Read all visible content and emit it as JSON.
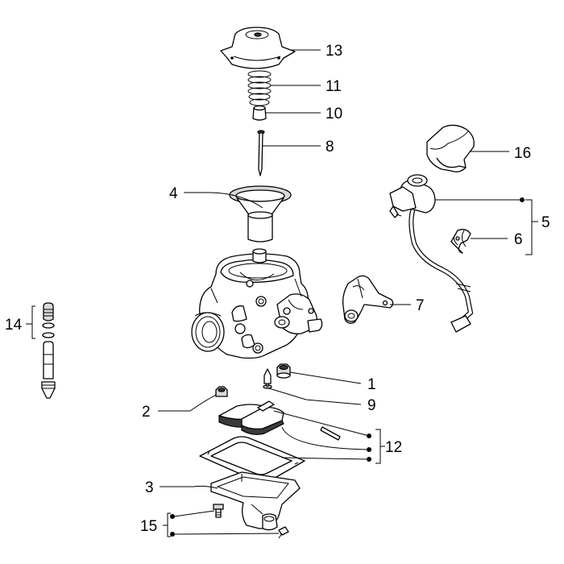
{
  "callouts": [
    "13",
    "11",
    "10",
    "8",
    "16",
    "4",
    "5",
    "6",
    "7",
    "14",
    "1",
    "9",
    "2",
    "12",
    "3",
    "15"
  ]
}
